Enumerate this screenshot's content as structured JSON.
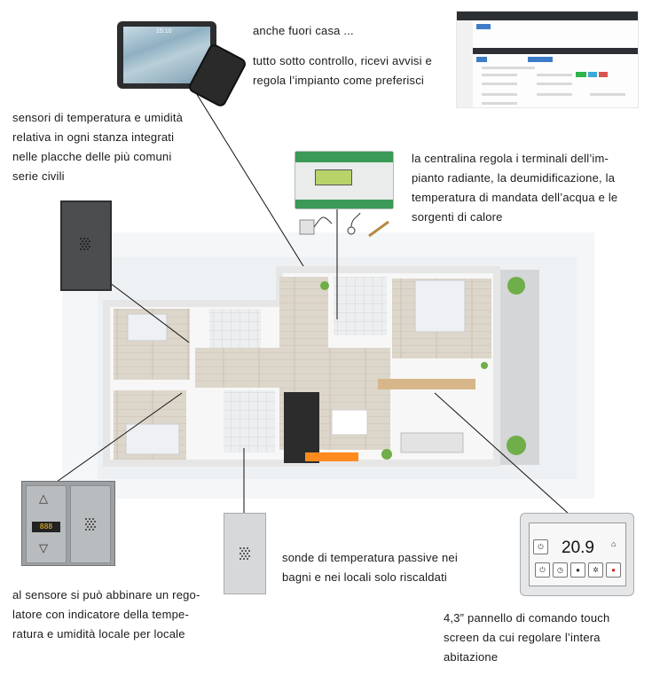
{
  "captions": {
    "remote": {
      "line1": "anche fuori casa ...",
      "line2": "tutto sotto controllo, ricevi avvisi e",
      "line3": "regola l’impianto come preferisci"
    },
    "room_sensors": [
      "sensori di temperatura e umidità",
      "relativa in ogni stanza integrati",
      "nelle placche delle più comuni",
      "serie civili"
    ],
    "controller": [
      "la centralina regola i terminali dell’im-",
      "pianto radiante, la deumidificazione, la",
      "temperatura di mandata dell’acqua e le",
      "sorgenti di calore"
    ],
    "passive_probes": [
      "sonde di temperatura passive nei",
      "bagni e nei locali solo riscaldati"
    ],
    "regulator": [
      "al sensore si può abbinare un rego-",
      "latore con indicatore della tempe-",
      "ratura e umidità locale per locale"
    ],
    "touch_panel": [
      "4,3” pannello di comando touch",
      "screen da cui regolare l’intera",
      "abitazione"
    ]
  },
  "devices": {
    "tablet_time": "15:10",
    "panel_temperature": "20.9",
    "regulator_display": "888"
  },
  "icons": [
    "tablet-icon",
    "smartphone-icon",
    "web-dashboard-icon",
    "controller-icon",
    "wall-sensor-icon",
    "regulator-icon",
    "touch-panel-icon",
    "floor-plan-icon"
  ],
  "colors": {
    "text": "#1a1a1a",
    "leader_line": "#111111",
    "floor": "#d9d3c8",
    "controller_terminals": "#3b9a57"
  }
}
